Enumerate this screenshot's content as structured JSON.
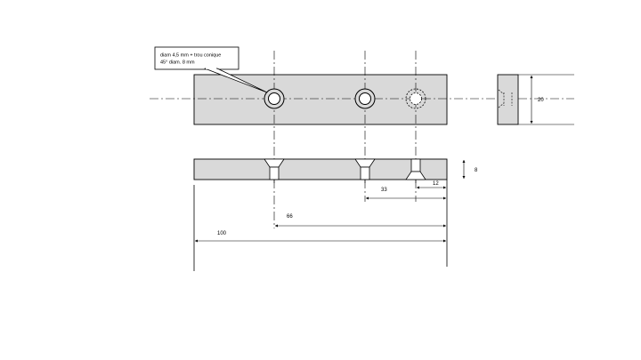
{
  "callout": {
    "line1": "diam 4,5 mm + trou conique",
    "line2": "45° diam. 8 mm"
  },
  "dimensions": {
    "height_side": "20",
    "thickness": "8",
    "d12": "12",
    "d33": "33",
    "d66": "66",
    "d100": "100"
  },
  "colors": {
    "part_fill": "#d9d9d9",
    "line": "#000000"
  }
}
